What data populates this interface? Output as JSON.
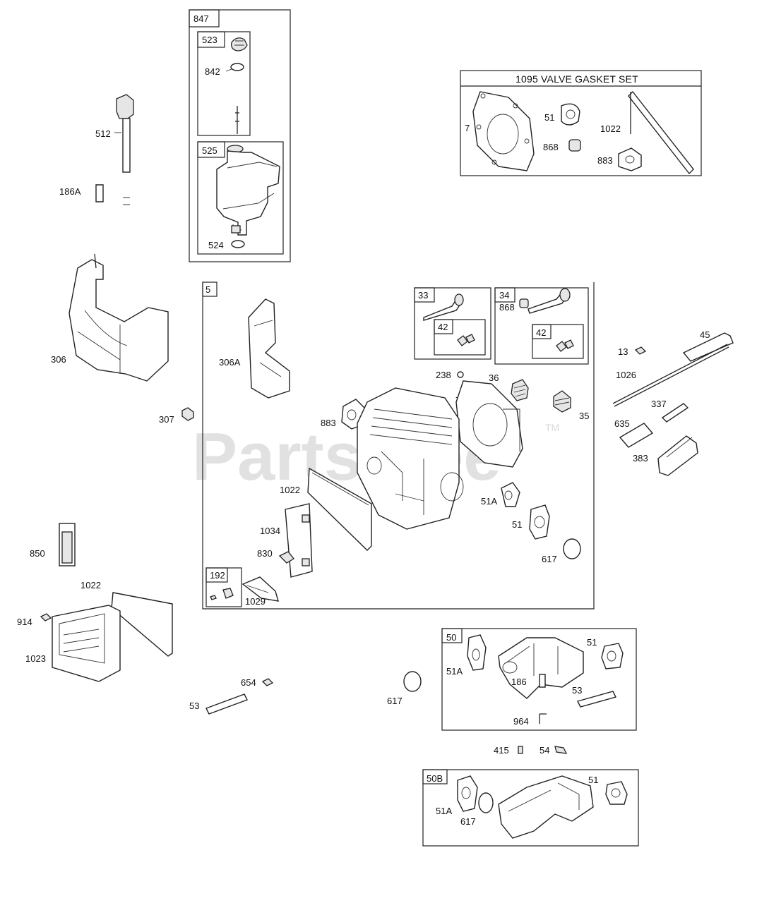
{
  "watermark": {
    "text": "PartsTree",
    "tm": "TM"
  },
  "boxes": {
    "b847": "847",
    "b523": "523",
    "b525": "525",
    "b1095": "1095 VALVE GASKET SET",
    "b5": "5",
    "b33": "33",
    "b33_42": "42",
    "b34": "34",
    "b34_42": "42",
    "b192": "192",
    "b50": "50",
    "b50B": "50B"
  },
  "labels": {
    "l512": "512",
    "l186A": "186A",
    "l842": "842",
    "l524": "524",
    "l7a": "7",
    "l51a": "51",
    "l868a": "868",
    "l1022a": "1022",
    "l883a": "883",
    "l306": "306",
    "l306A": "306A",
    "l307": "307",
    "l868b": "868",
    "l238": "238",
    "l7b": "7",
    "l36": "36",
    "l35": "35",
    "l883b": "883",
    "l1022b": "1022",
    "l51Aa": "51A",
    "l51b": "51",
    "l617a": "617",
    "l1034": "1034",
    "l830": "830",
    "l1029": "1029",
    "l13": "13",
    "l45": "45",
    "l1026": "1026",
    "l337": "337",
    "l635": "635",
    "l383": "383",
    "l850": "850",
    "l1022c": "1022",
    "l914": "914",
    "l1023": "1023",
    "l654": "654",
    "l53a": "53",
    "l617b": "617",
    "l51Ab": "51A",
    "l51c": "51",
    "l186": "186",
    "l53b": "53",
    "l964": "964",
    "l415": "415",
    "l54": "54",
    "l51d": "51",
    "l51Ac": "51A",
    "l617c": "617"
  }
}
